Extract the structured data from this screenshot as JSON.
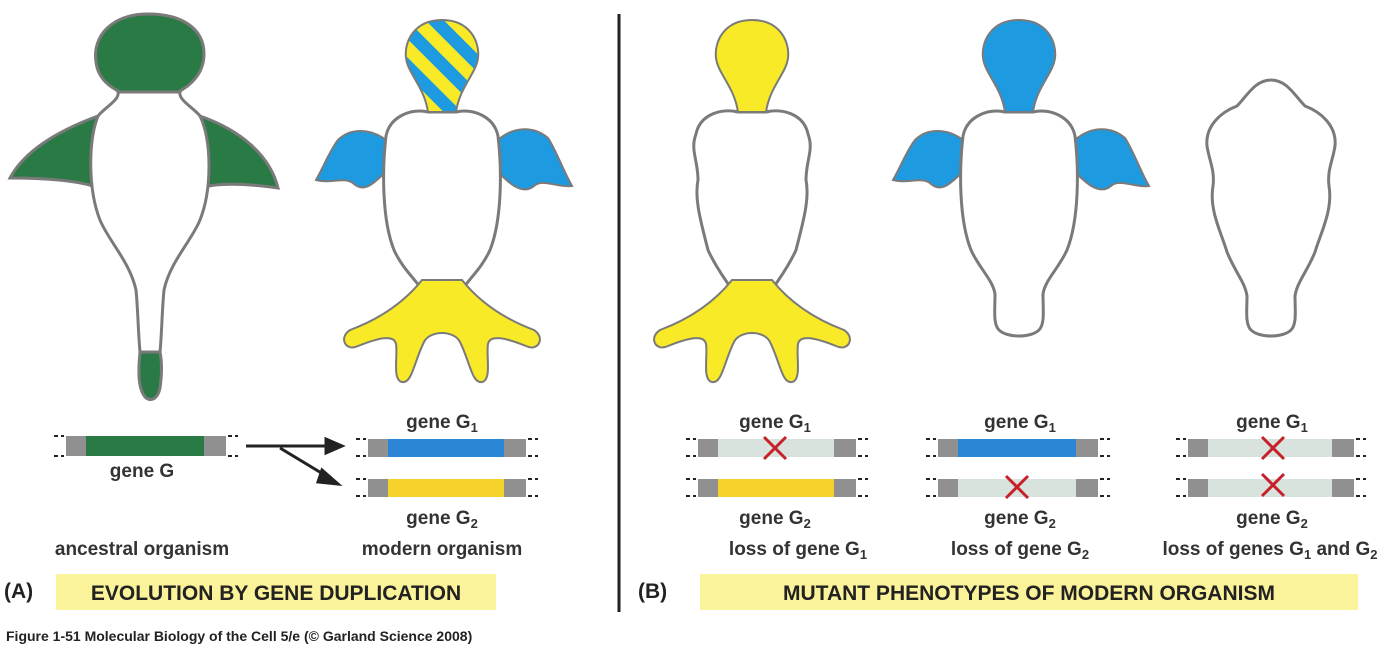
{
  "colors": {
    "green": "#2a7a45",
    "blue": "#1e9be0",
    "yellow": "#f8ea26",
    "outline": "#7a7a7a",
    "banner": "#fbf39a",
    "cross": "#c8202a",
    "gene_blue": "#2b86d6",
    "gene_yellow": "#f6d32a",
    "gene_green": "#2a7a45",
    "gene_off": "#d9e3de",
    "gene_cap": "#909090"
  },
  "panel_a": {
    "panel_letter": "(A)",
    "banner": "EVOLUTION BY GENE DUPLICATION",
    "ancestral": {
      "gene_label": "gene G",
      "caption": "ancestral organism"
    },
    "modern": {
      "gene1": {
        "base": "gene G",
        "sub": "1"
      },
      "gene2": {
        "base": "gene G",
        "sub": "2"
      },
      "caption": "modern organism"
    }
  },
  "panel_b": {
    "panel_letter": "(B)",
    "banner": "MUTANT PHENOTYPES OF MODERN ORGANISM",
    "mutants": [
      {
        "gene1": {
          "base": "gene G",
          "sub": "1"
        },
        "gene2": {
          "base": "gene G",
          "sub": "2"
        },
        "caption": {
          "text": "loss of gene G",
          "sub": "1"
        }
      },
      {
        "gene1": {
          "base": "gene G",
          "sub": "1"
        },
        "gene2": {
          "base": "gene G",
          "sub": "2"
        },
        "caption": {
          "text": "loss of gene G",
          "sub": "2"
        }
      },
      {
        "gene1": {
          "base": "gene G",
          "sub": "1"
        },
        "gene2": {
          "base": "gene G",
          "sub": "2"
        },
        "caption": {
          "text1": "loss of genes G",
          "sub1": "1",
          "text2": " and G",
          "sub2": "2"
        }
      }
    ]
  },
  "footer": "Figure 1-51  Molecular Biology of the Cell 5/e (© Garland Science 2008)"
}
